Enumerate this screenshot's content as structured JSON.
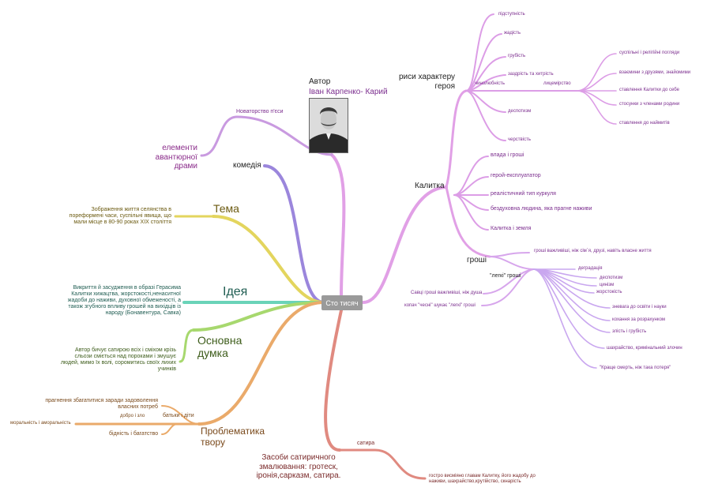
{
  "center": "Сто тисяч",
  "author": {
    "line1": "Автор",
    "line2": "Іван Карпенко- Карий"
  },
  "novatorstvo": "Новаторство п'єси",
  "elementy": {
    "l1": "елементи",
    "l2": "авантюрної",
    "l3": "драми"
  },
  "komediia": "комедія",
  "tema": {
    "title": "Тема",
    "text": [
      "Зображення життя селянства в",
      "пореформені часи, суспільні явища, що",
      "мали місце в 80-90 роках ХІХ століття"
    ]
  },
  "ideia": {
    "title": "Ідея",
    "text": [
      "Викриття й засудження в образі Герасима",
      "Калитки хижацтва, жорстокості,ненаситної",
      "жадоби до наживи, духовної обмеженості, а",
      "також згубного впливу грошей на вихідців із",
      "народу (Бонавентура, Савка)"
    ]
  },
  "dumka": {
    "t1": "Основна",
    "t2": "думка",
    "text": [
      "Автор бичує сатирою всіх і сміхом крізь",
      "сльози сміється над пороками і змушує",
      "людей, мимо їх волі, соромитись своїх лихих",
      "учинків"
    ]
  },
  "problem": {
    "t1": "Проблематика",
    "t2": "твору",
    "pragn1": "прагнення збагатитися заради задоволення",
    "pragn2": "власних потреб",
    "batky": "батьки і діти",
    "dobro": "добро і зло",
    "moral": "моральність і аморальність",
    "bidnist": "бідність і багатство"
  },
  "zasoby": {
    "l1": "Засоби сатиричного",
    "l2": "змалювання: гротеск,",
    "l3": "іронія,сарказм, сатира."
  },
  "satyra": {
    "label": "сатира",
    "t1": "гостро висміяно главам Калитку, його жадобу до",
    "t2": "наживи, шахрайство,крутійство, скнарість"
  },
  "kalytka": {
    "title": "Калитка",
    "rysy": {
      "l1": "риси характеру",
      "l2": "героя"
    },
    "traits": [
      "підступність",
      "жадість",
      "грубість",
      "заздрість та хитрість",
      "чинолюбність",
      "лицемірство",
      "деспотизм",
      "черствість"
    ],
    "lytsemirstvo": [
      "суспільні і релігійні погляди",
      "взаємини з друзями, знайомими",
      "ставлення Калитки до себе",
      "стосунки з членами родини",
      "ставлення до наймитів"
    ],
    "items": [
      "влада і гроші",
      "герой-експлуататор",
      "реалістичний тип куркуля",
      "бездуховна людина, яка прагне наживи",
      "Калитка і земля"
    ]
  },
  "groshi": {
    "title": "гроші",
    "vazhlyvishi": "гроші важливіші, ніж сім`я, друзі, навіть власне життя",
    "legki": "\"легкі\" гроші",
    "savka": "Савці гроші важливіші, ніж душа",
    "kopach": "копач \"чесні\" шукає \"легкі\" гроші",
    "legki_items": [
      "деградація",
      "деспотизм",
      "цинізм",
      "жорстокість",
      "зневага до освіти і науки",
      "кохання за розрахунком",
      "злість і грубість",
      "шахрайство, кримінальний злочин",
      "\"Краще смерть, ніж така потеря\""
    ]
  },
  "colors": {
    "purple": "#d98ae0",
    "violet": "#9b86dc",
    "orchid": "#c79ae3",
    "yellow": "#e3d55e",
    "teal": "#6ad3b8",
    "green": "#a7d86e",
    "orange": "#eaaa6a",
    "salmon": "#e08a80"
  }
}
